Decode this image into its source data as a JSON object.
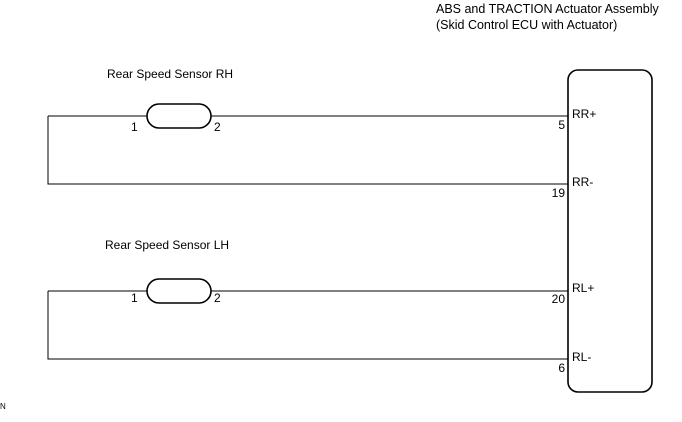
{
  "ecu": {
    "title_line1": "ABS and TRACTION Actuator Assembly",
    "title_line2": "(Skid Control ECU with Actuator)",
    "terminals": [
      {
        "name": "RR+",
        "pin": "5"
      },
      {
        "name": "RR-",
        "pin": "19"
      },
      {
        "name": "RL+",
        "pin": "20"
      },
      {
        "name": "RL-",
        "pin": "6"
      }
    ]
  },
  "sensors": [
    {
      "label": "Rear Speed Sensor RH",
      "pin_left": "1",
      "pin_right": "2"
    },
    {
      "label": "Rear Speed Sensor LH",
      "pin_left": "1",
      "pin_right": "2"
    }
  ],
  "corner_mark": "N"
}
